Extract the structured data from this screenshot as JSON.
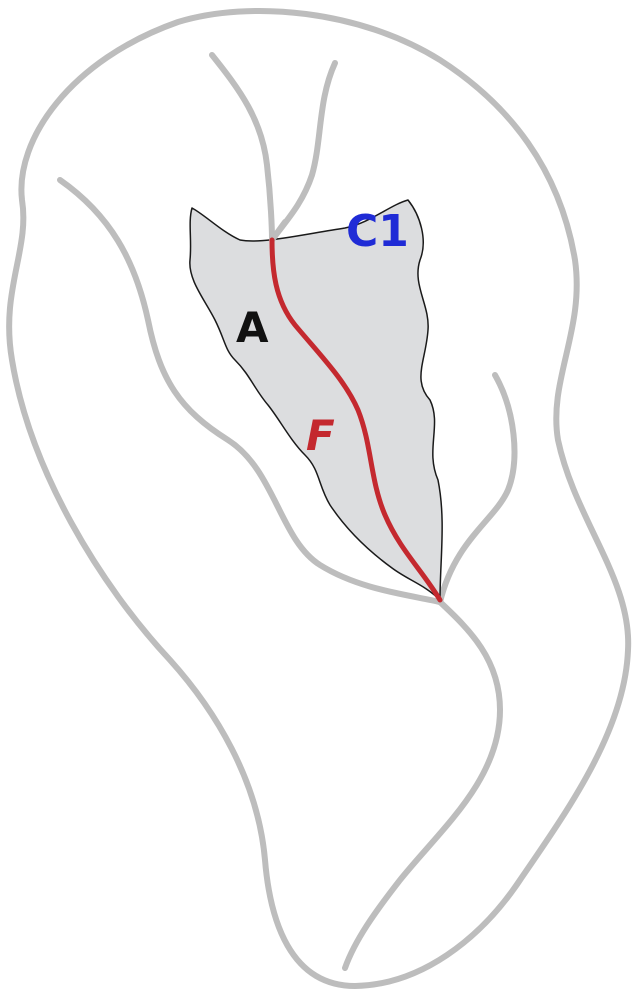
{
  "diagram": {
    "labels": {
      "region": "A",
      "channel": "F",
      "corner": "C1"
    },
    "colors": {
      "outline": "#bdbdbd",
      "region_fill": "#dcdddf",
      "region_stroke": "#1a1a1a",
      "channel": "#c4292f",
      "label_region": "#111111",
      "label_channel": "#c4292f",
      "label_corner": "#1f2bd6"
    }
  }
}
